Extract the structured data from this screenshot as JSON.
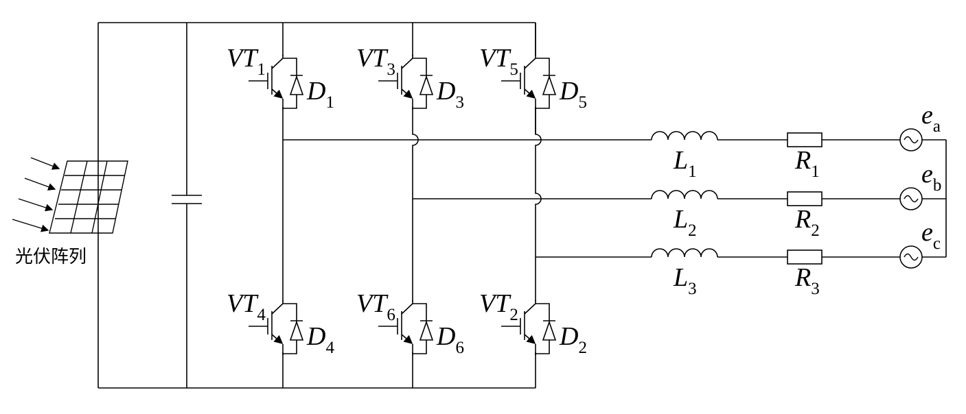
{
  "pv_array": {
    "label": "光伏阵列"
  },
  "switches": [
    {
      "id": "sw1",
      "name": "VT",
      "sub": "1",
      "diode": "D",
      "diode_sub": "1"
    },
    {
      "id": "sw3",
      "name": "VT",
      "sub": "3",
      "diode": "D",
      "diode_sub": "3"
    },
    {
      "id": "sw5",
      "name": "VT",
      "sub": "5",
      "diode": "D",
      "diode_sub": "5"
    },
    {
      "id": "sw4",
      "name": "VT",
      "sub": "4",
      "diode": "D",
      "diode_sub": "4"
    },
    {
      "id": "sw6",
      "name": "VT",
      "sub": "6",
      "diode": "D",
      "diode_sub": "6"
    },
    {
      "id": "sw2",
      "name": "VT",
      "sub": "2",
      "diode": "D",
      "diode_sub": "2"
    }
  ],
  "inductors": [
    {
      "name": "L",
      "sub": "1"
    },
    {
      "name": "L",
      "sub": "2"
    },
    {
      "name": "L",
      "sub": "3"
    }
  ],
  "resistors": [
    {
      "name": "R",
      "sub": "1"
    },
    {
      "name": "R",
      "sub": "2"
    },
    {
      "name": "R",
      "sub": "3"
    }
  ],
  "sources": [
    {
      "name": "e",
      "sub": "a"
    },
    {
      "name": "e",
      "sub": "b"
    },
    {
      "name": "e",
      "sub": "c"
    }
  ]
}
